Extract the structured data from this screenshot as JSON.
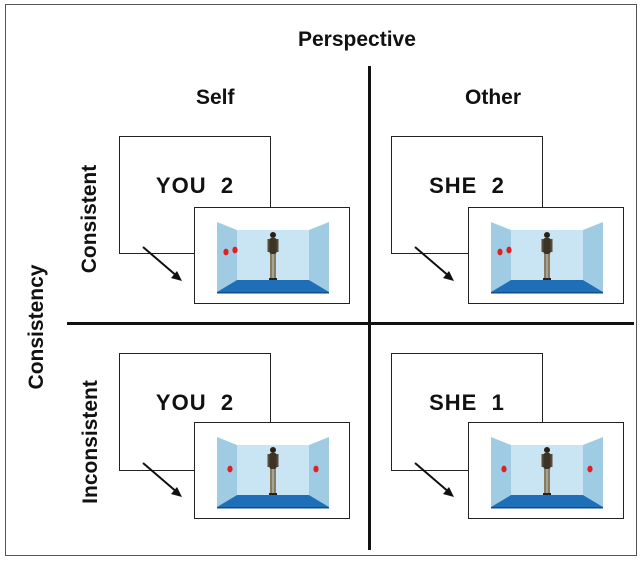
{
  "title": "Perspective",
  "row_axis_label": "Consistency",
  "columns": [
    "Self",
    "Other"
  ],
  "rows": [
    "Consistent",
    "Inconsistent"
  ],
  "panels": [
    {
      "pronoun": "YOU",
      "number": "2",
      "dots": "left"
    },
    {
      "pronoun": "SHE",
      "number": "2",
      "dots": "left"
    },
    {
      "pronoun": "YOU",
      "number": "2",
      "dots": "split"
    },
    {
      "pronoun": "SHE",
      "number": "1",
      "dots": "split"
    }
  ],
  "colors": {
    "dot": "#e02020",
    "floor": "#1f6fb8",
    "wall_back": "#c9e4f2",
    "wall_side": "#9fcbe3",
    "text": "#111111"
  }
}
